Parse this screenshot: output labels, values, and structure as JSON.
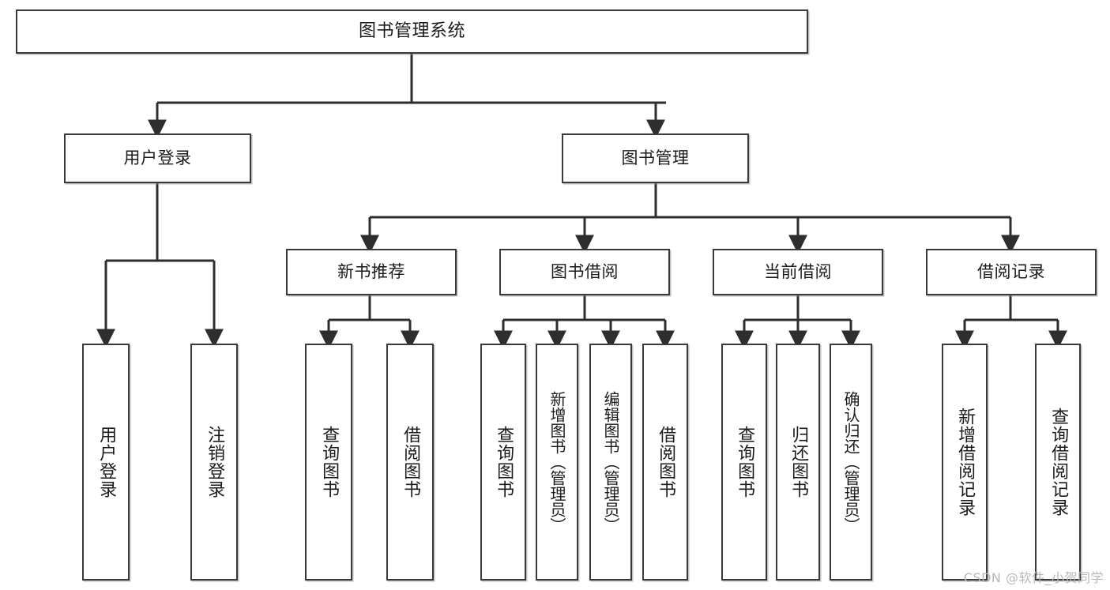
{
  "diagram": {
    "title": "图书管理系统",
    "root": {
      "label": "图书管理系统"
    },
    "level2": [
      {
        "label": "用户登录"
      },
      {
        "label": "图书管理"
      }
    ],
    "level3": [
      {
        "label": "新书推荐"
      },
      {
        "label": "图书借阅"
      },
      {
        "label": "当前借阅"
      },
      {
        "label": "借阅记录"
      }
    ],
    "leaves": [
      {
        "label": "用户登录"
      },
      {
        "label": "注销登录"
      },
      {
        "label": "查询图书"
      },
      {
        "label": "借阅图书"
      },
      {
        "label": "查询图书"
      },
      {
        "label": "新增图书（管理员）"
      },
      {
        "label": "编辑图书（管理员）"
      },
      {
        "label": "借阅图书"
      },
      {
        "label": "查询图书"
      },
      {
        "label": "归还图书"
      },
      {
        "label": "确认归还（管理员）"
      },
      {
        "label": "新增借阅记录"
      },
      {
        "label": "查询借阅记录"
      }
    ],
    "watermark": "CSDN @软件_小贺同学",
    "colors": {
      "stroke": "#3a3a3a",
      "fill": "#ffffff",
      "text": "#1b1b1b",
      "watermark": "#b8b8b8"
    }
  }
}
